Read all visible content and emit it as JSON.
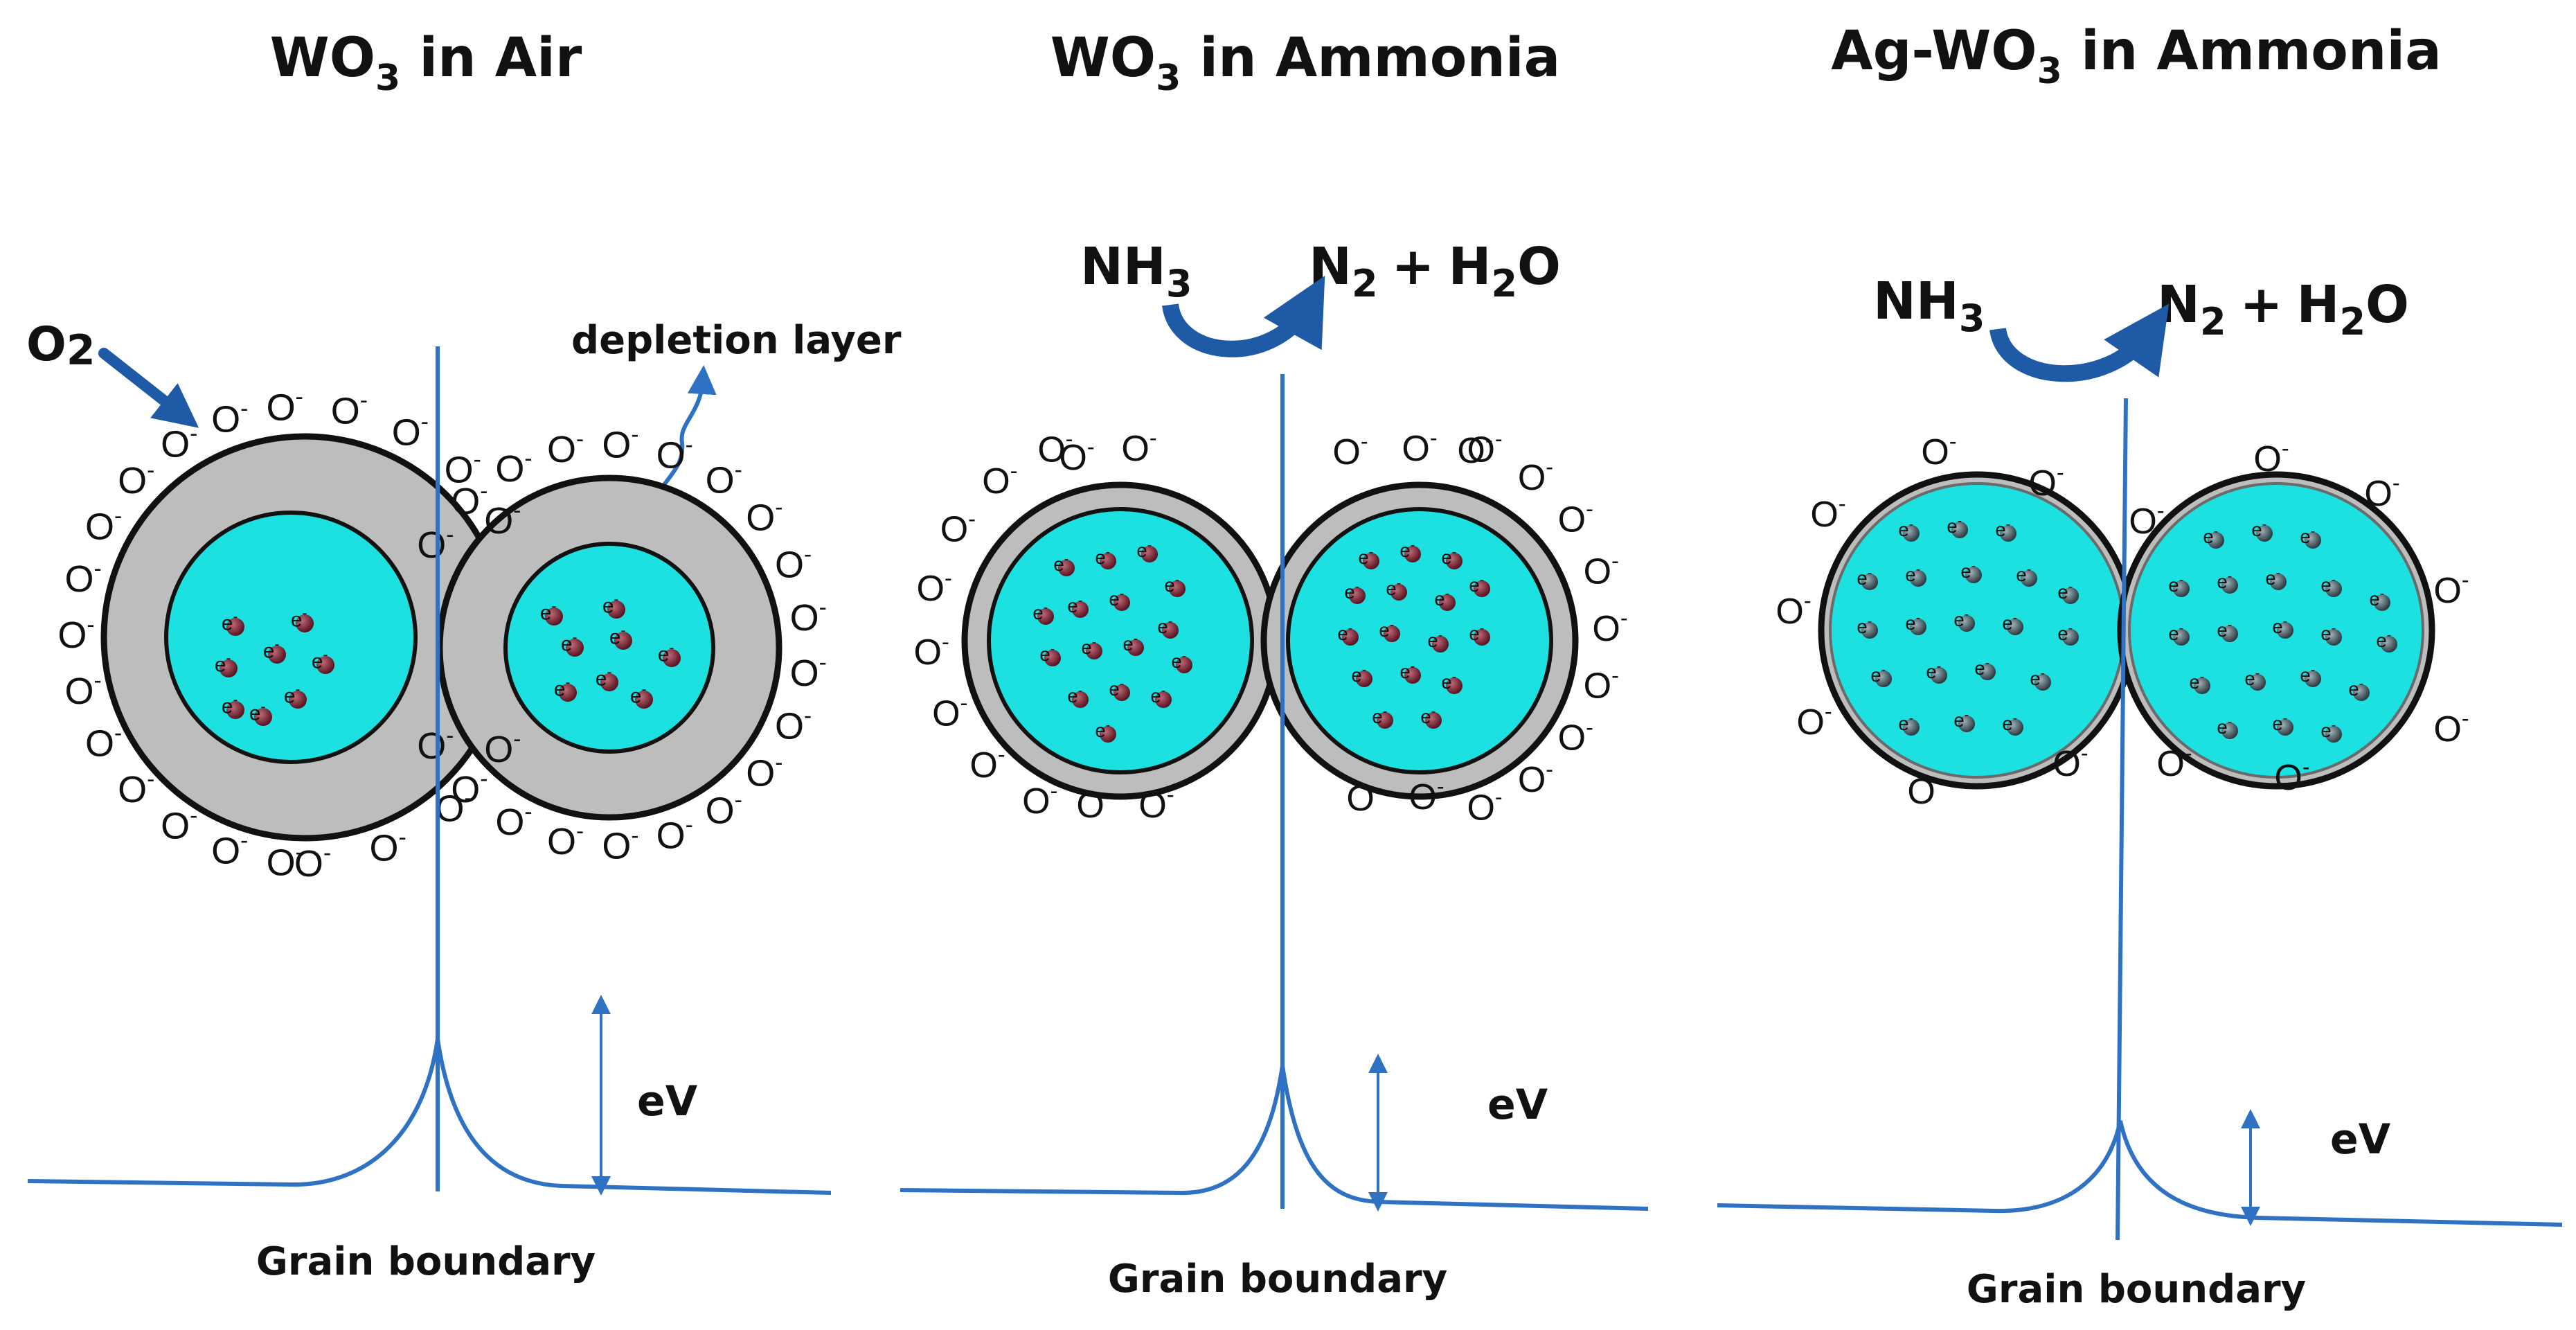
{
  "panels": [
    {
      "id": "air",
      "title": {
        "main": "WO",
        "sub": "3",
        "rest": " in Air"
      },
      "gas": {
        "label": "O",
        "sub": "2"
      },
      "depletion_label": "depletion layer",
      "energy_label": "eV",
      "boundary_label": "Grain boundary",
      "adsorbed_ion": {
        "base": "O",
        "charge": "-"
      },
      "electron": {
        "base": "e",
        "charge": "-"
      }
    },
    {
      "id": "ammonia",
      "title": {
        "main": "WO",
        "sub": "3",
        "rest": " in Ammonia"
      },
      "reaction": {
        "reactant": "NH",
        "reactant_sub": "3",
        "product_a": "N",
        "product_a_sub": "2",
        "plus": "+",
        "product_b": "H",
        "product_b_sub": "2",
        "product_b_rest": "O"
      },
      "energy_label": "eV",
      "boundary_label": "Grain boundary",
      "adsorbed_ion": {
        "base": "O",
        "charge": "-"
      },
      "electron": {
        "base": "e",
        "charge": "-"
      }
    },
    {
      "id": "ag-ammonia",
      "title": {
        "prefix": "Ag-WO",
        "sub": "3",
        "rest": " in Ammonia"
      },
      "reaction": {
        "reactant": "NH",
        "reactant_sub": "3",
        "product_a": "N",
        "product_a_sub": "2",
        "plus": "+",
        "product_b": "H",
        "product_b_sub": "2",
        "product_b_rest": "O"
      },
      "energy_label": "eV",
      "boundary_label": "Grain boundary",
      "adsorbed_ion": {
        "base": "O",
        "charge": "-"
      },
      "electron": {
        "base": "e",
        "charge": "-"
      }
    }
  ],
  "colors": {
    "line_blue": "#2f72c4",
    "arrow_blue": "#1f5aa6",
    "depletion_gray": "#bdbdbd",
    "core_cyan": "#1de0e0",
    "electron_dark": "#6b2230",
    "electron_gray": "#3a4f57",
    "text": "#111111"
  }
}
